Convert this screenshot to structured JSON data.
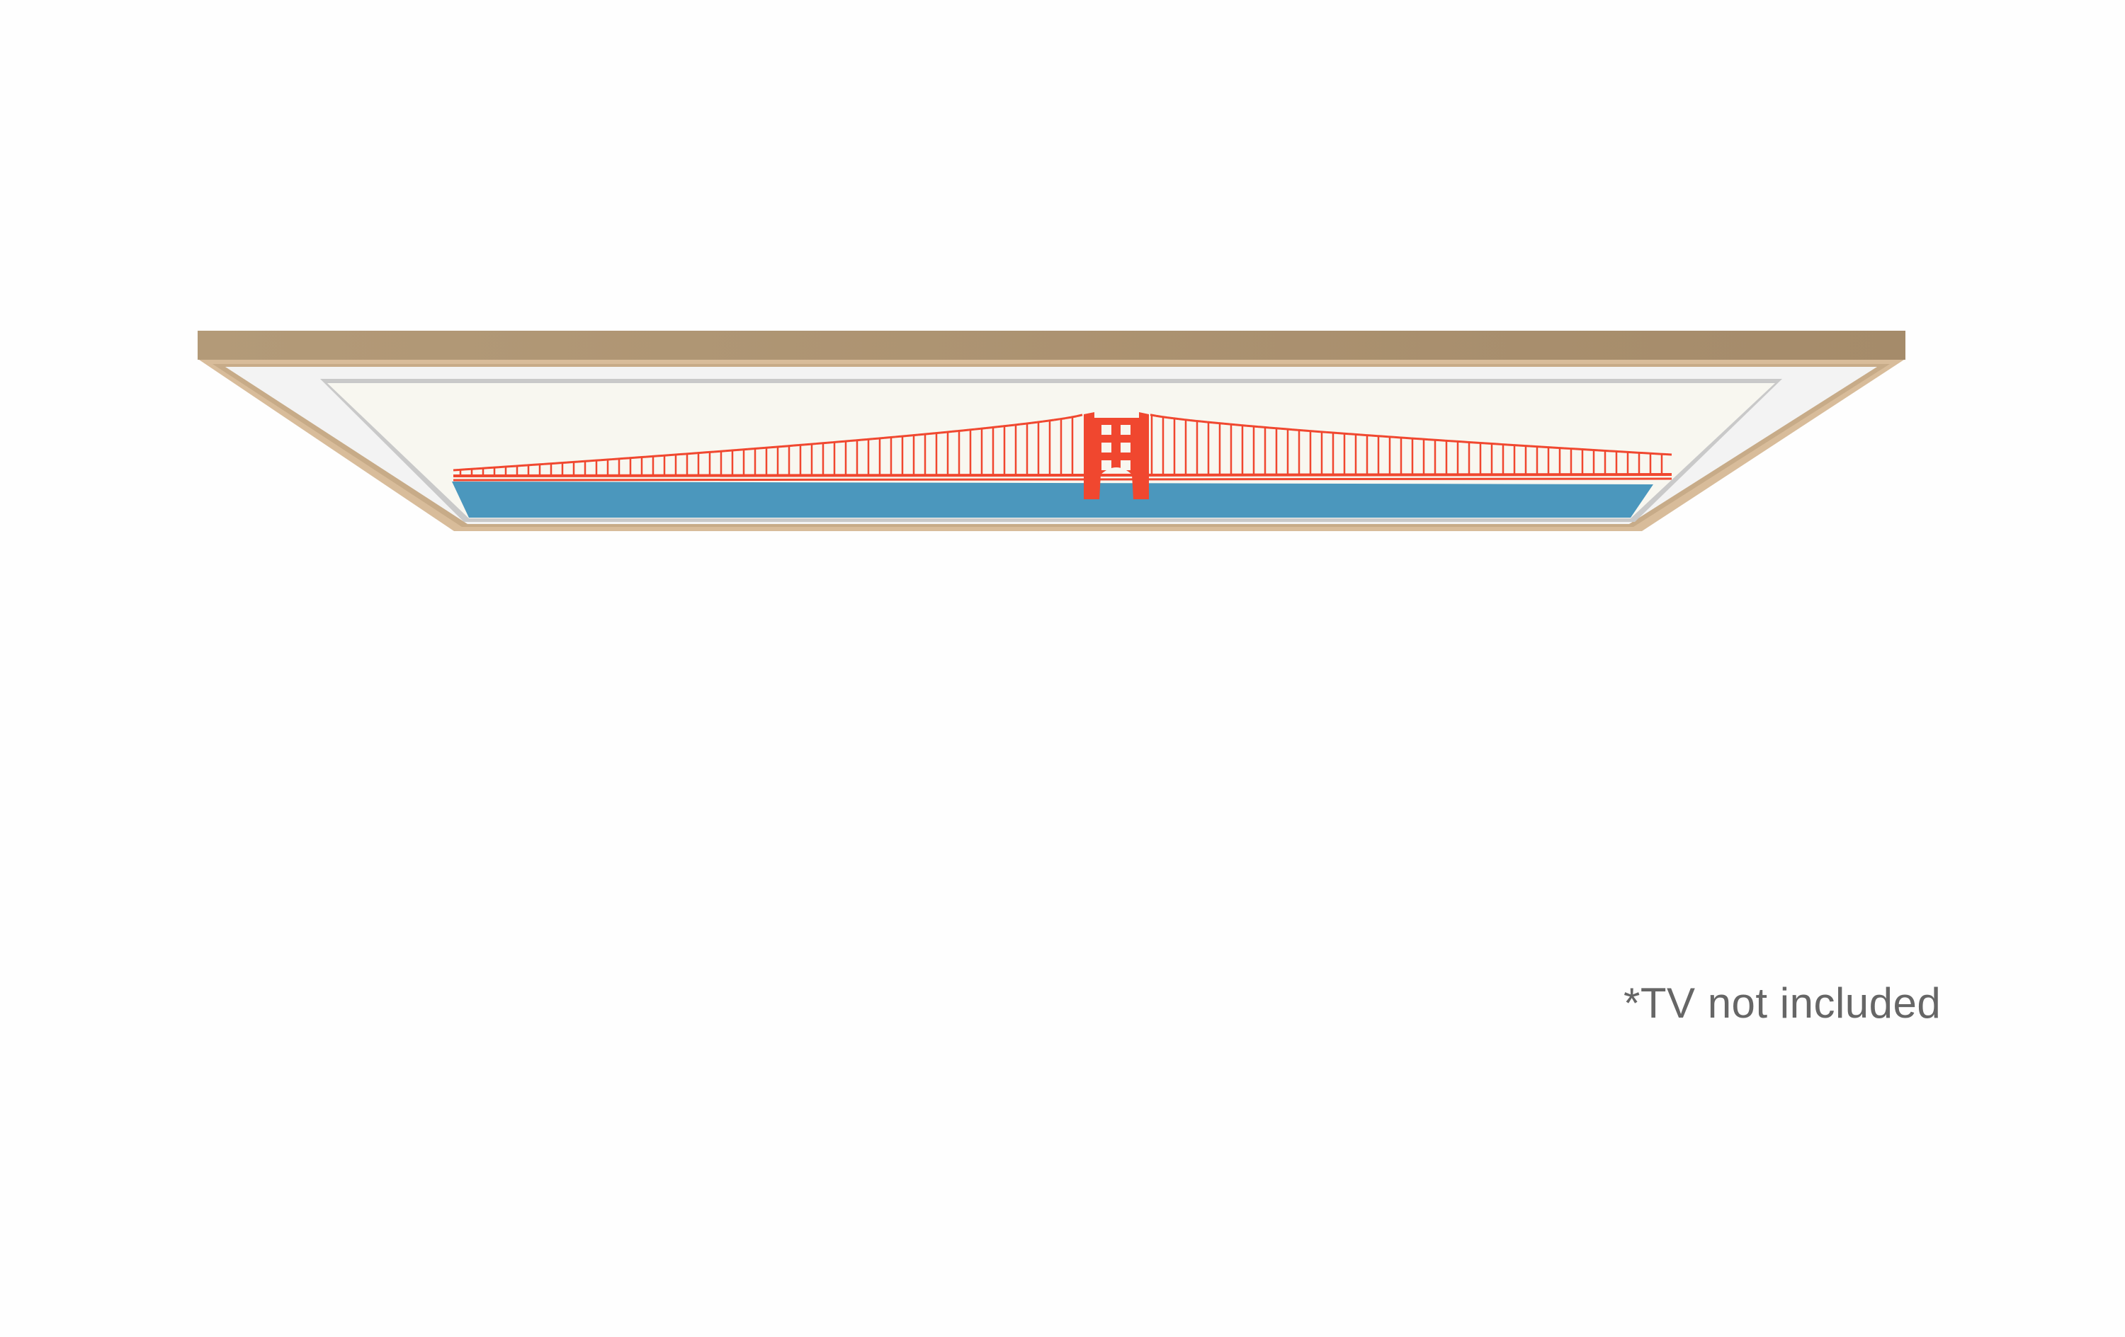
{
  "note": "*TV not included",
  "colors": {
    "frame_top": "#ab9272",
    "frame_face": "#d8bc9a",
    "mat": "#f2f2f2",
    "sky": "#f8f7f0",
    "water": "#4b97bd",
    "bridge": "#f0472f"
  },
  "icons": [
    "frame-bezel-image",
    "golden-gate-bridge-artwork"
  ]
}
